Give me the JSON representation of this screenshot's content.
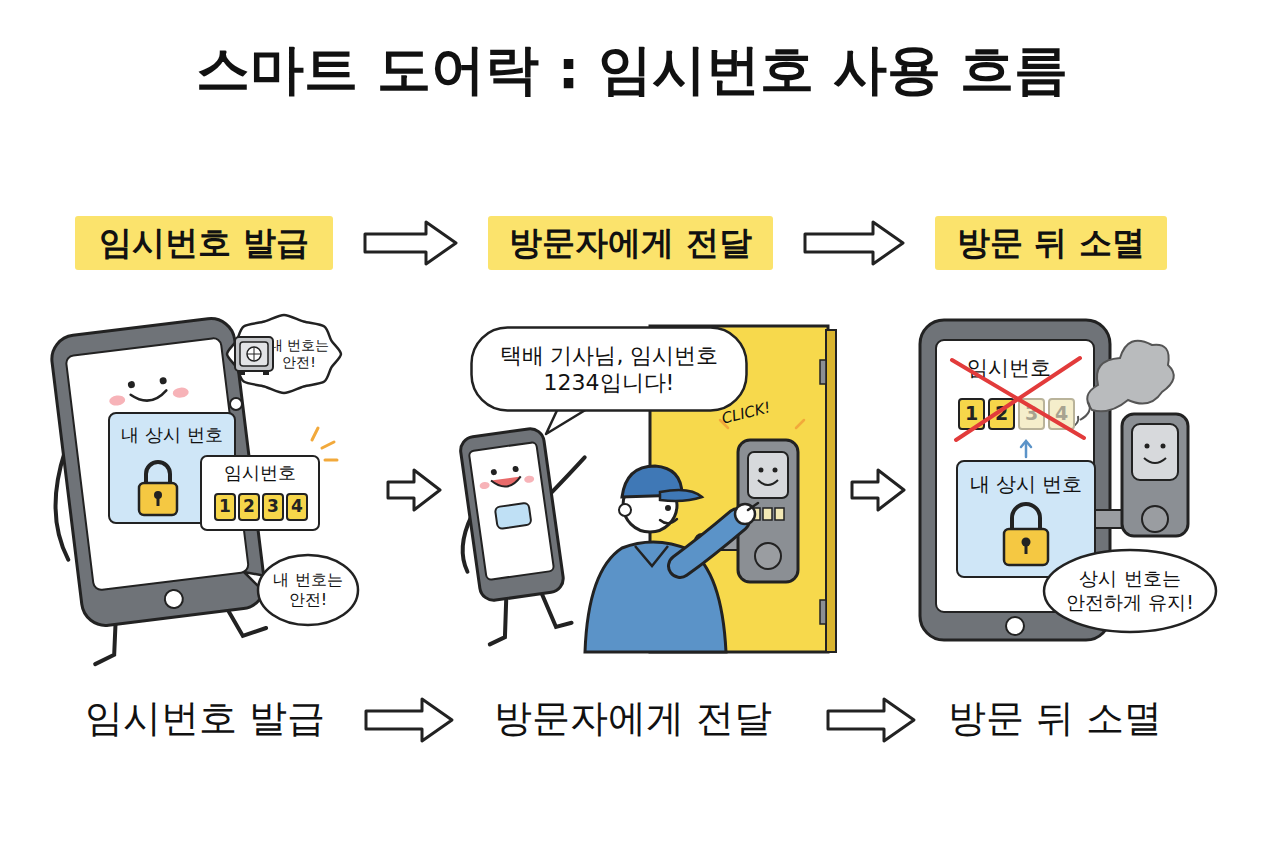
{
  "diagram": {
    "title": "스마트 도어락 : 임시번호 사용 흐름",
    "nodes": [
      {
        "text": [
          "임시번호 발급"
        ]
      },
      {
        "text": [
          "방문자에게 전달"
        ]
      },
      {
        "text": [
          "방문 뒤 소멸"
        ]
      },
      {
        "text": [
          "내 번호는 안전!"
        ]
      },
      {
        "text": [
          "내 상시 번호"
        ]
      },
      {
        "text": [
          "임시번호"
        ]
      },
      {
        "text": [
          "1"
        ],
        "in": 5
      },
      {
        "text": [
          "2"
        ],
        "in": 5
      },
      {
        "text": [
          "3"
        ],
        "in": 5
      },
      {
        "text": [
          "4"
        ],
        "in": 5
      },
      {
        "text": [
          "내 번호는 안전!"
        ]
      },
      {
        "text": [
          "택배 기사님, 임시번호 1234입니다!"
        ]
      },
      {
        "text": [
          "1"
        ]
      },
      {
        "text": [
          "2"
        ]
      },
      {
        "text": [
          "3"
        ]
      },
      {
        "text": [
          "4"
        ]
      },
      {
        "text": [
          "내 상시 번호"
        ]
      },
      {
        "text": [
          "상시 번호는 안전하게 유지!"
        ]
      }
    ],
    "edges": [
      {
        "from": 0,
        "to": 1,
        "arrow": "to"
      },
      {
        "from": 1,
        "to": 2,
        "arrow": "to"
      }
    ],
    "labels": [
      "CLICK!",
      "임시번호",
      "임시번호 발급",
      "방문자에게 전달",
      "방문 뒤 소멸"
    ]
  }
}
